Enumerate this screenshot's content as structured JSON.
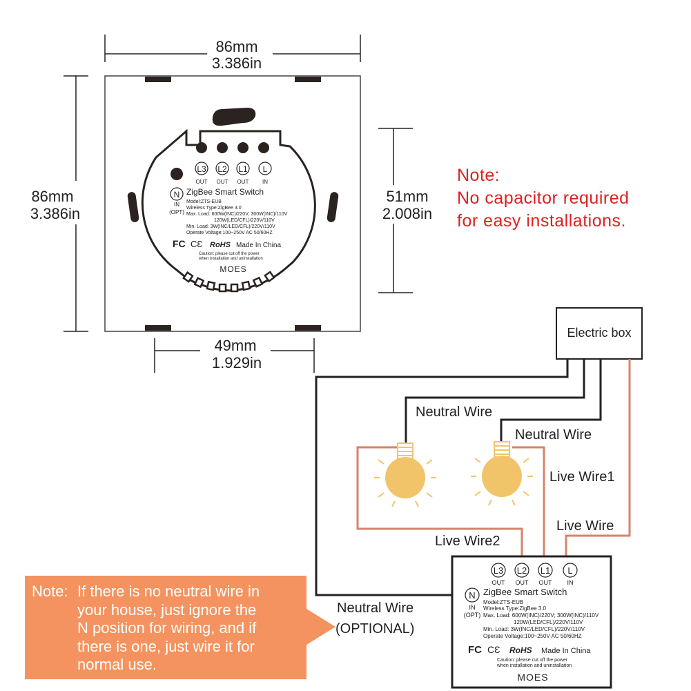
{
  "dimensions": {
    "top_width_mm": "86mm",
    "top_width_in": "3.386in",
    "left_height_mm": "86mm",
    "left_height_in": "3.386in",
    "inner_height_mm": "51mm",
    "inner_height_in": "2.008in",
    "bottom_width_mm": "49mm",
    "bottom_width_in": "1.929in"
  },
  "note_red": {
    "line1": "Note:",
    "line2": "No capacitor required",
    "line3": "for easy installations.",
    "color": "#e02020"
  },
  "switch_label": {
    "terminals": [
      "L3",
      "L2",
      "L1",
      "L"
    ],
    "terminal_subs": [
      "OUT",
      "OUT",
      "OUT",
      "IN"
    ],
    "n_terminal": "N",
    "n_sub1": "IN",
    "n_sub2": "(OPT)",
    "title": "ZigBee Smart Switch",
    "model": "Model:ZTS-EUB",
    "wireless": "Wireless Type:ZigBee 3.0",
    "max_load_1": "Max. Load: 600W(INC)/220V; 300W(INC)/110V",
    "max_load_2": "120W(LED/CFL)/220V/110V",
    "min_load": "Min. Load: 3W(INC/LED/CFL)/220V/110V",
    "voltage": "Operate Voltage:100~250V AC 50/60HZ",
    "cert_fc": "FC",
    "cert_ce": "CƐ",
    "cert_rohs": "RoHS",
    "made_in": "Made In China",
    "caution_1": "Caution: please cut off the power",
    "caution_2": "when installation and uninstallation",
    "brand": "MOES"
  },
  "wiring": {
    "electric_box": "Electric box",
    "neutral_wire_a": "Neutral Wire",
    "neutral_wire_b": "Neutral Wire",
    "live_wire1": "Live Wire1",
    "live_wire": "Live Wire",
    "live_wire2": "Live Wire2",
    "neutral_optional_1": "Neutral Wire",
    "neutral_optional_2": "(OPTIONAL)",
    "live_color": "#d9826a",
    "bulb_color": "#f2c46a"
  },
  "note_orange": {
    "lead": "Note:",
    "lines": [
      "If there is no neutral wire in",
      "your house, just ignore the",
      "N position for wiring, and if",
      "there is one, just wire it for",
      "normal use."
    ],
    "color": "#f4935f"
  }
}
